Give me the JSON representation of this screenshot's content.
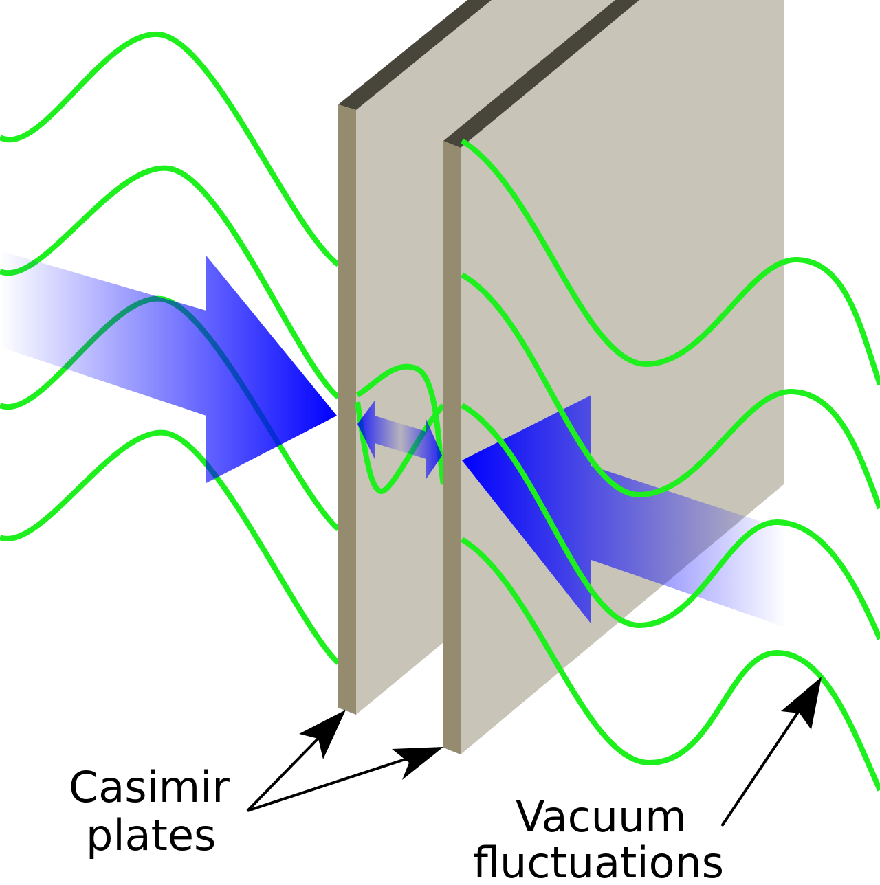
{
  "labels": {
    "plates_line1": "Casimir",
    "plates_line2": "plates",
    "vacuum_line1": "Vacuum",
    "vacuum_line2": "fluctuations"
  },
  "colors": {
    "wave": "#1ef01e",
    "plate_face": "#c8c4b8",
    "plate_edge": "#958b6f",
    "plate_top": "#48463a",
    "arrow": "#0000ff"
  }
}
